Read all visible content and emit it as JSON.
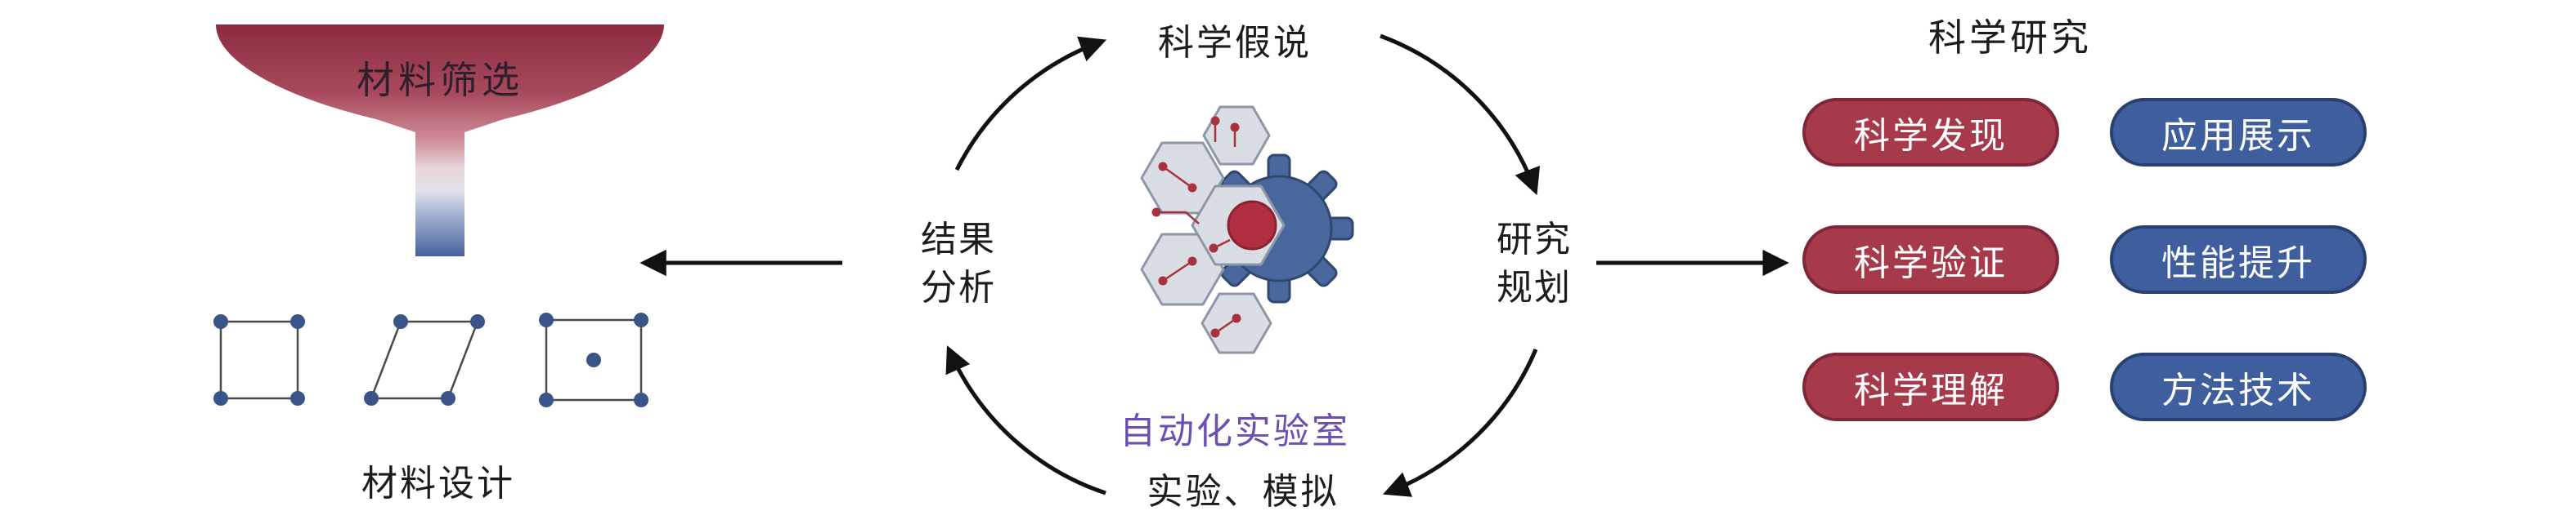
{
  "figure": {
    "left": {
      "funnel_label": "材料筛选",
      "design_label": "材料设计"
    },
    "cycle": {
      "hypothesis": "科学假说",
      "planning_line1": "研究",
      "planning_line2": "规划",
      "experiment": "实验、模拟",
      "analysis_line1": "结果",
      "analysis_line2": "分析",
      "center_label": "自动化实验室"
    },
    "research": {
      "title": "科学研究",
      "columns": [
        {
          "color": "red",
          "items": [
            "科学发现",
            "科学验证",
            "科学理解"
          ]
        },
        {
          "color": "blue",
          "items": [
            "应用展示",
            "性能提升",
            "方法技术"
          ]
        }
      ]
    }
  },
  "colors": {
    "pill-red": "#a63a4b",
    "pill-red-border": "#7e2738",
    "pill-blue": "#3e5e9e",
    "pill-blue-border": "#2a4070",
    "accent-purple": "#6d4fb2",
    "funnel-top": "#8c2b40",
    "funnel-bottom": "#47639d",
    "node-blue": "#3a5588",
    "gear-blue": "#49669d",
    "circuit-red": "#a93140",
    "arrow-black": "#111111"
  }
}
